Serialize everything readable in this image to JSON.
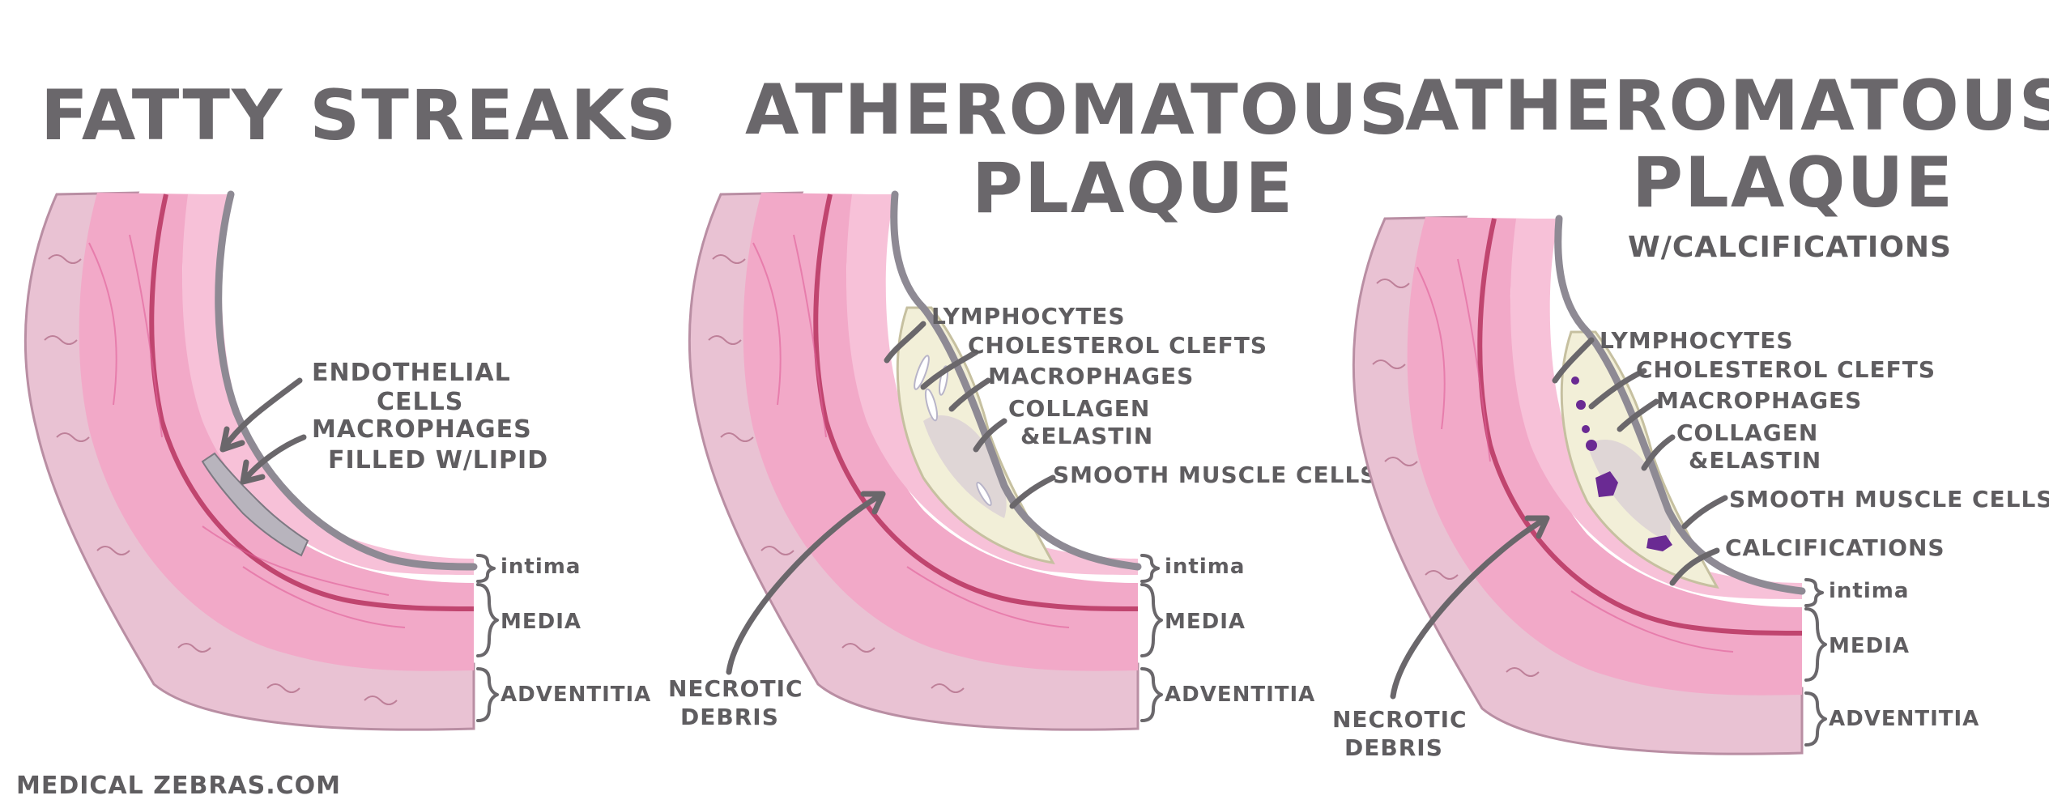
{
  "colors": {
    "adventitia": "#e9c2d3",
    "media": "#f2a9c8",
    "intima": "#f7c1d8",
    "endothelium": "#8e8a94",
    "plaque_core": "#f2efd8",
    "calcification": "#6a2a93",
    "elastic_lamina": "#c0456f",
    "ink": "#6a676b"
  },
  "panels": [
    {
      "title_lines": [
        "FATTY STREAKS"
      ],
      "subtitle": "",
      "labels": [
        {
          "key": "endothelial",
          "lines": [
            "ENDOTHELIAL",
            "CELLS"
          ]
        },
        {
          "key": "macrophages",
          "lines": [
            "MACROPHAGES",
            "FILLED W/LIPID"
          ]
        }
      ],
      "layers": {
        "intima": "intima",
        "media": "MEDIA",
        "adventitia": "ADVENTITIA"
      }
    },
    {
      "title_lines": [
        "ATHEROMATOUS",
        "PLAQUE"
      ],
      "subtitle": "",
      "labels": [
        {
          "key": "lymphocytes",
          "lines": [
            "LYMPHOCYTES"
          ]
        },
        {
          "key": "cholesterol",
          "lines": [
            "CHOLESTEROL CLEFTS"
          ]
        },
        {
          "key": "macrophages",
          "lines": [
            "MACROPHAGES"
          ]
        },
        {
          "key": "collagen",
          "lines": [
            "COLLAGEN",
            "&ELASTIN"
          ]
        },
        {
          "key": "smooth",
          "lines": [
            "SMOOTH MUSCLE CELLS"
          ]
        },
        {
          "key": "necrotic",
          "lines": [
            "NECROTIC",
            "DEBRIS"
          ]
        }
      ],
      "layers": {
        "intima": "intima",
        "media": "MEDIA",
        "adventitia": "ADVENTITIA"
      }
    },
    {
      "title_lines": [
        "ATHEROMATOUS",
        "PLAQUE"
      ],
      "subtitle": "W/CALCIFICATIONS",
      "labels": [
        {
          "key": "lymphocytes",
          "lines": [
            "LYMPHOCYTES"
          ]
        },
        {
          "key": "cholesterol",
          "lines": [
            "CHOLESTEROL CLEFTS"
          ]
        },
        {
          "key": "macrophages",
          "lines": [
            "MACROPHAGES"
          ]
        },
        {
          "key": "collagen",
          "lines": [
            "COLLAGEN",
            "&ELASTIN"
          ]
        },
        {
          "key": "smooth",
          "lines": [
            "SMOOTH MUSCLE CELLS"
          ]
        },
        {
          "key": "calcifications",
          "lines": [
            "CALCIFICATIONS"
          ]
        },
        {
          "key": "necrotic",
          "lines": [
            "NECROTIC",
            "DEBRIS"
          ]
        }
      ],
      "layers": {
        "intima": "intima",
        "media": "MEDIA",
        "adventitia": "ADVENTITIA"
      }
    }
  ],
  "watermark": "MEDICAL ZEBRAS.COM"
}
